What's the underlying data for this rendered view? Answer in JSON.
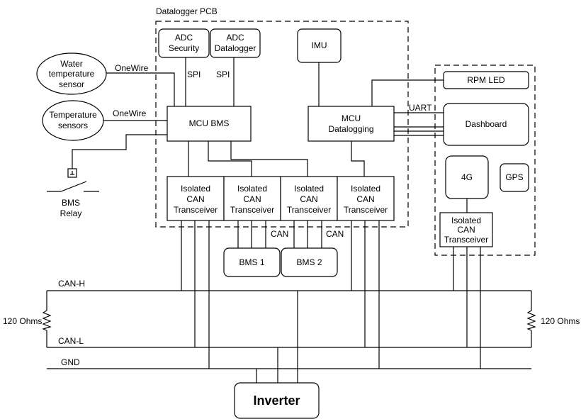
{
  "datalogger_pcb_label": "Datalogger PCB",
  "components": {
    "adc_security": [
      "ADC",
      "Security"
    ],
    "adc_datalogger": [
      "ADC",
      "Datalogger"
    ],
    "imu": "IMU",
    "mcu_bms": "MCU BMS",
    "mcu_datalogging": [
      "MCU",
      "Datalogging"
    ],
    "rpm_led": "RPM LED",
    "dashboard": "Dashboard",
    "four_g": "4G",
    "gps": "GPS",
    "water_temp_sensor": [
      "Water",
      "temperature",
      "sensor"
    ],
    "temp_sensors": [
      "Temperature",
      "sensors"
    ],
    "bms_relay": [
      "BMS",
      "Relay"
    ],
    "can_transceivers": [
      [
        "Isolated",
        "CAN",
        "Transceiver"
      ],
      [
        "Isolated",
        "CAN",
        "Transceiver"
      ],
      [
        "Isolated",
        "CAN",
        "Transceiver"
      ],
      [
        "Isolated",
        "CAN",
        "Transceiver"
      ]
    ],
    "can_transceiver_right": [
      "Isolated",
      "CAN",
      "Transceiver"
    ],
    "bms1": "BMS 1",
    "bms2": "BMS 2",
    "inverter": "Inverter"
  },
  "labels": {
    "spi_1": "SPI",
    "spi_2": "SPI",
    "onewire_1": "OneWire",
    "onewire_2": "OneWire",
    "uart": "UART",
    "can_1": "CAN",
    "can_2": "CAN",
    "can_h": "CAN-H",
    "can_l": "CAN-L",
    "gnd": "GND",
    "resistor_left": "120 Ohms",
    "resistor_right": "120 Ohms"
  }
}
